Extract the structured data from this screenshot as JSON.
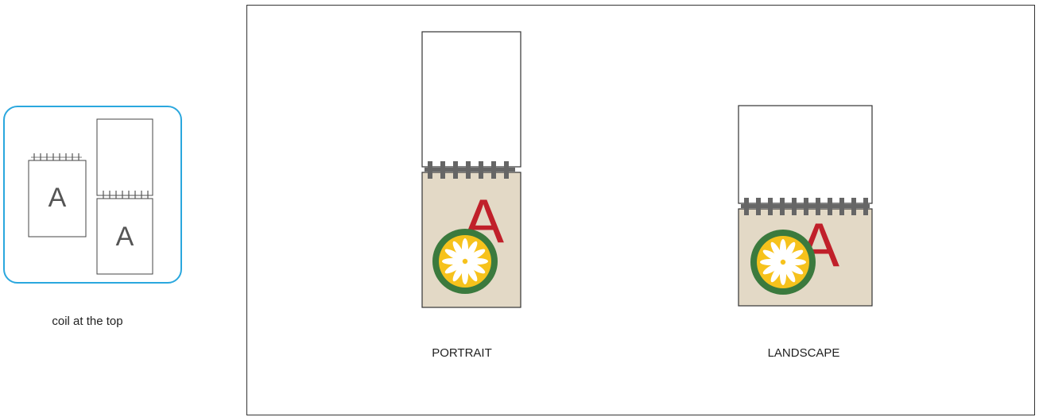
{
  "option": {
    "label": "coil at the top",
    "thumb_letter": "A",
    "accent_color": "#2aa7de"
  },
  "preview": {
    "portrait": {
      "caption": "PORTRAIT",
      "letter": "A"
    },
    "landscape": {
      "caption": "LANDSCAPE",
      "letter": "A"
    },
    "colors": {
      "cover": "#e3d9c6",
      "coil": "#666666",
      "letter": "#c0202a",
      "ring": "#3b7a3e",
      "sun": "#f6c21c",
      "petals": "#ffffff"
    }
  }
}
